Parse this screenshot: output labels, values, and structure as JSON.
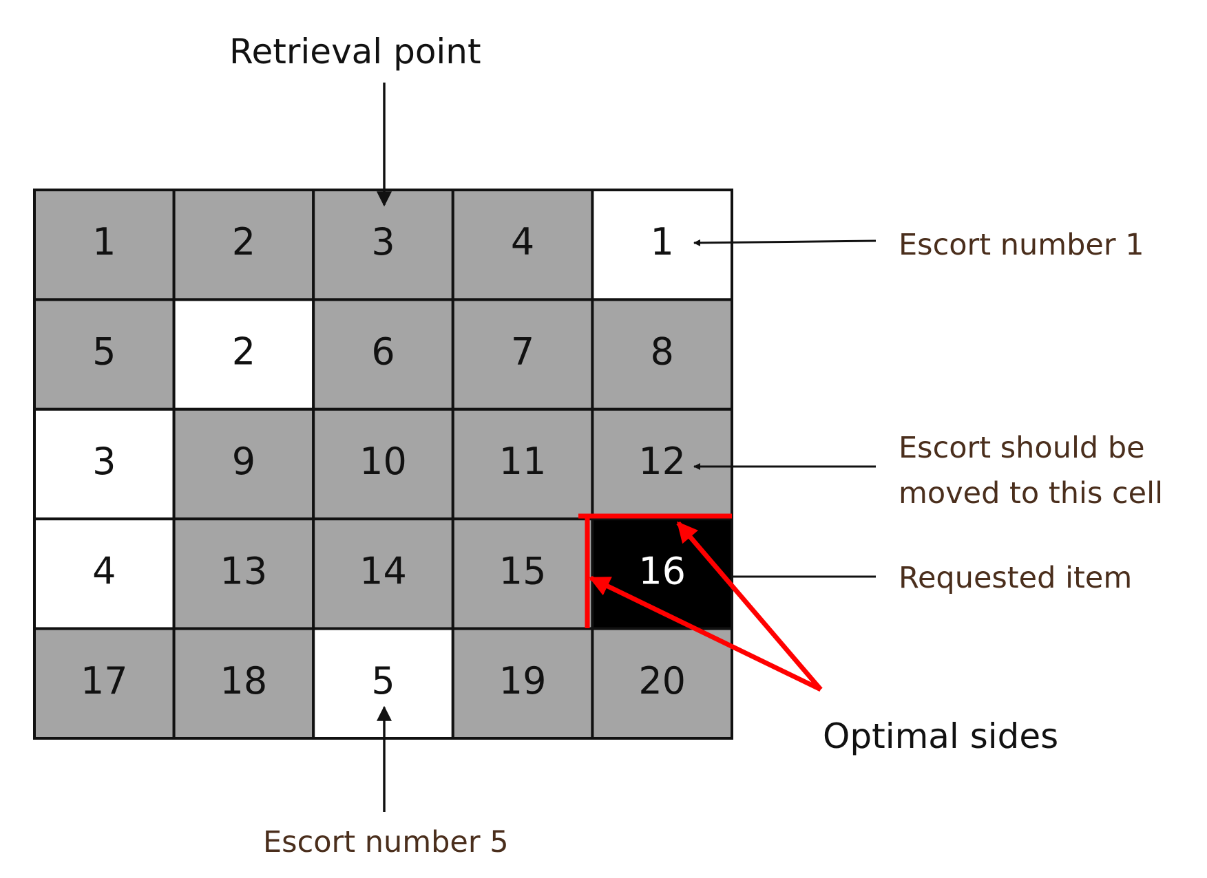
{
  "annotations": {
    "retrieval_point": "Retrieval point",
    "escort_number_1": "Escort number 1",
    "escort_should_line1": "Escort should be",
    "escort_should_line2": "moved to this cell",
    "requested_item": "Requested item",
    "optimal_sides": "Optimal sides",
    "escort_number_5": "Escort number 5"
  },
  "colors": {
    "item": "#a5a5a5",
    "escort": "#ffffff",
    "requested": "#000000",
    "optimal_side": "#ff0000",
    "grid_line": "#111111"
  },
  "grid": {
    "rows": 5,
    "cols": 5,
    "cells": [
      [
        {
          "label": "1",
          "kind": "item"
        },
        {
          "label": "2",
          "kind": "item"
        },
        {
          "label": "3",
          "kind": "item"
        },
        {
          "label": "4",
          "kind": "item"
        },
        {
          "label": "1",
          "kind": "escort"
        }
      ],
      [
        {
          "label": "5",
          "kind": "item"
        },
        {
          "label": "2",
          "kind": "escort"
        },
        {
          "label": "6",
          "kind": "item"
        },
        {
          "label": "7",
          "kind": "item"
        },
        {
          "label": "8",
          "kind": "item"
        }
      ],
      [
        {
          "label": "3",
          "kind": "escort"
        },
        {
          "label": "9",
          "kind": "item"
        },
        {
          "label": "10",
          "kind": "item"
        },
        {
          "label": "11",
          "kind": "item"
        },
        {
          "label": "12",
          "kind": "item"
        }
      ],
      [
        {
          "label": "4",
          "kind": "escort"
        },
        {
          "label": "13",
          "kind": "item"
        },
        {
          "label": "14",
          "kind": "item"
        },
        {
          "label": "15",
          "kind": "item"
        },
        {
          "label": "16",
          "kind": "requested"
        }
      ],
      [
        {
          "label": "17",
          "kind": "item"
        },
        {
          "label": "18",
          "kind": "item"
        },
        {
          "label": "5",
          "kind": "escort"
        },
        {
          "label": "19",
          "kind": "item"
        },
        {
          "label": "20",
          "kind": "item"
        }
      ]
    ]
  }
}
